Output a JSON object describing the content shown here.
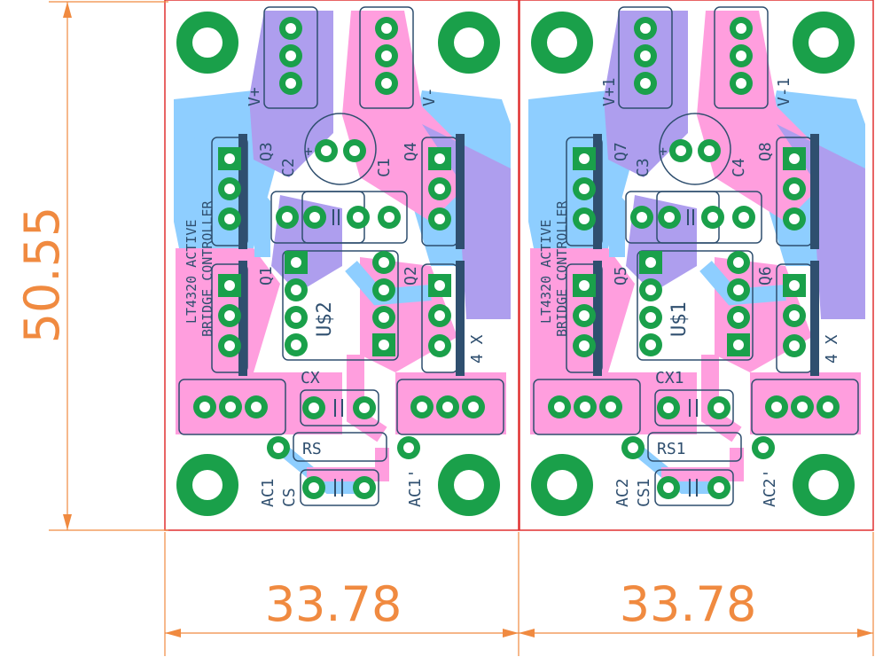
{
  "dimensions": {
    "height": "50.55",
    "width_left": "33.78",
    "width_right": "33.78"
  },
  "colors": {
    "board_outline": "#e03030",
    "dimension": "#f08a40",
    "top_copper": "#ff99dd",
    "bottom_copper": "#88ccff",
    "overlap_copper": "#aa99ee",
    "pad": "#1aa04a",
    "silkscreen": "#2f4f6f"
  },
  "boards": [
    {
      "title_line1": "LT4320 ACTIVE",
      "title_line2": "BRIDGE CONTROLLER",
      "v_pos": "V+",
      "v_neg": "V-",
      "q_top_left": "Q3",
      "q_top_right": "Q4",
      "q_bot_left": "Q1",
      "q_bot_right": "Q2",
      "cap_left": "C2",
      "cap_right": "C1",
      "ic": "U$2",
      "cx": "CX",
      "rs": "RS",
      "ac_left": "AC1",
      "cs": "CS",
      "ac_right": "AC1'",
      "qty": "4 X"
    },
    {
      "title_line1": "LT4320 ACTIVE",
      "title_line2": "BRIDGE CONTROLLER",
      "v_pos": "V+1",
      "v_neg": "V-1",
      "q_top_left": "Q7",
      "q_top_right": "Q8",
      "q_bot_left": "Q5",
      "q_bot_right": "Q6",
      "cap_left": "C3",
      "cap_right": "C4",
      "ic": "U$1",
      "cx": "CX1",
      "rs": "RS1",
      "ac_left": "AC2",
      "cs": "CS1",
      "ac_right": "AC2'",
      "qty": "4 X"
    }
  ]
}
